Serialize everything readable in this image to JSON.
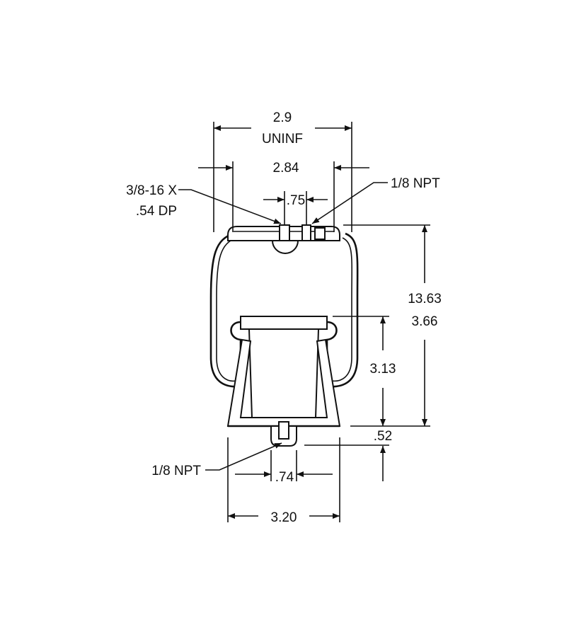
{
  "labels": {
    "uninflated_width_value": "2.9",
    "uninflated_width_note": "UNINF",
    "top_plate_width": "2.84",
    "stud_thread_line1": "3/8-16 X",
    "stud_thread_line2": ".54 DP",
    "stud_spacing": ".75",
    "top_port": "1/8 NPT",
    "overall_height": "13.63",
    "min_height": "3.66",
    "piston_height": "3.13",
    "piston_offset": ".52",
    "bottom_port": "1/8 NPT",
    "bottom_boss_width": ".74",
    "piston_base_width": "3.20"
  }
}
